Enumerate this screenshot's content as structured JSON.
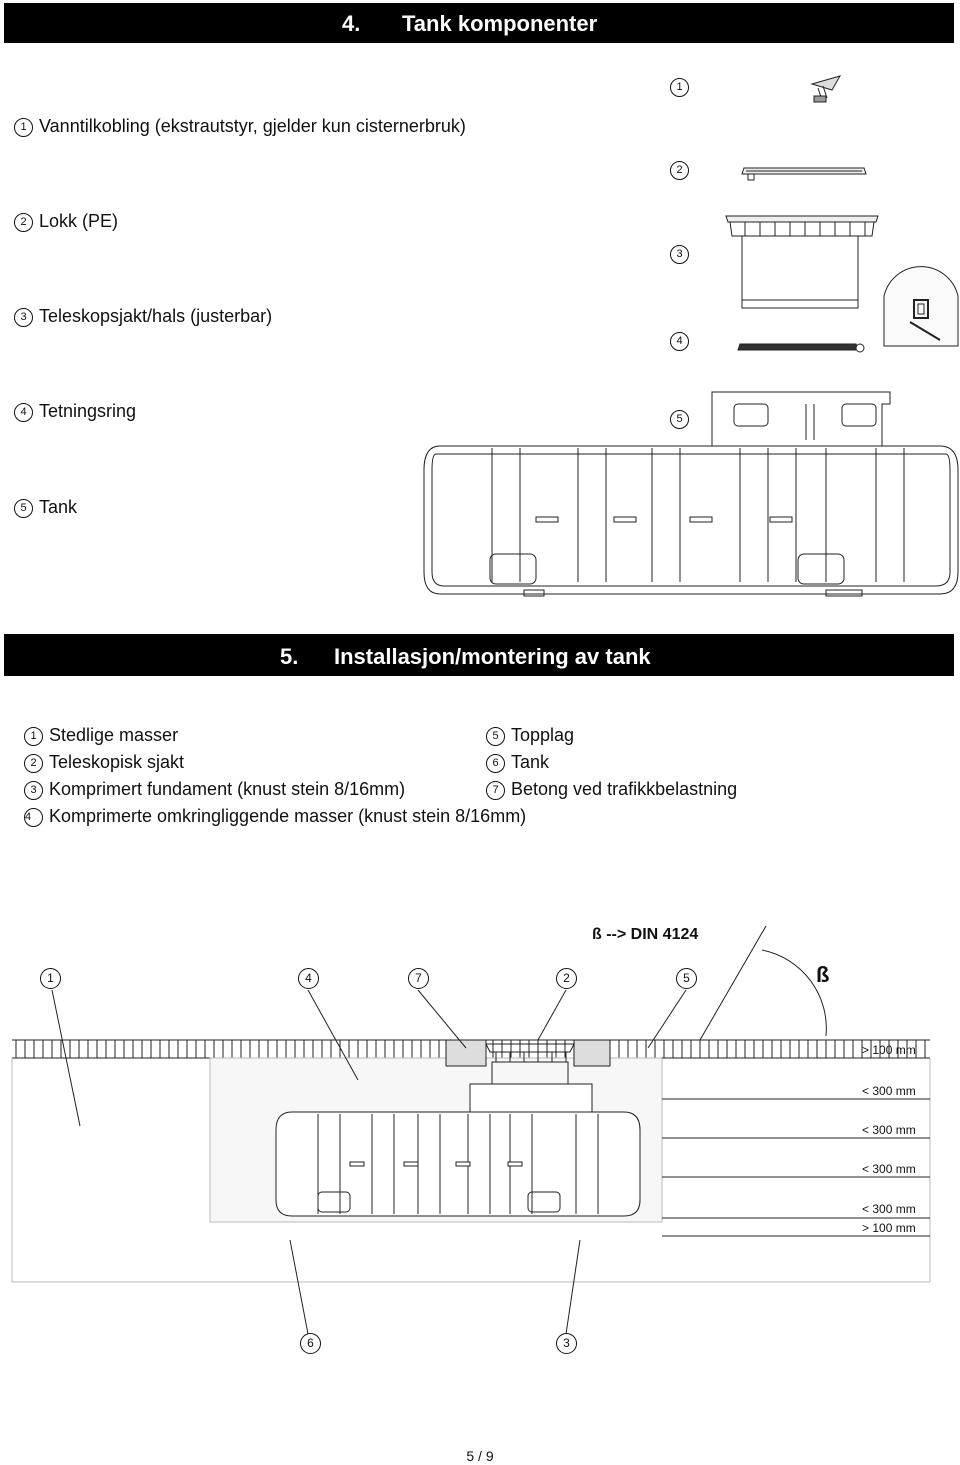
{
  "section4": {
    "number": "4.",
    "title": "Tank komponenter"
  },
  "components": [
    {
      "marker": "1",
      "label": "Vanntilkobling (ekstrautstyr, gjelder kun cisternerbruk)"
    },
    {
      "marker": "2",
      "label": "Lokk  (PE)"
    },
    {
      "marker": "3",
      "label": "Teleskopsjakt/hals (justerbar)"
    },
    {
      "marker": "4",
      "label": "Tetningsring"
    },
    {
      "marker": "5",
      "label": "Tank"
    }
  ],
  "drawing_markers": [
    "1",
    "2",
    "3",
    "4",
    "5"
  ],
  "section5": {
    "number": "5.",
    "title": "Installasjon/montering av tank"
  },
  "installation_left": [
    {
      "marker": "1",
      "label": "Stedlige masser"
    },
    {
      "marker": "2",
      "label": "Teleskopisk sjakt"
    },
    {
      "marker": "3",
      "label": "Komprimert fundament (knust stein 8/16mm)"
    },
    {
      "marker": "4",
      "label": "Komprimerte omkringliggende masser (knust stein 8/16mm)"
    }
  ],
  "installation_right": [
    {
      "marker": "5",
      "label": "Topplag"
    },
    {
      "marker": "6",
      "label": "Tank"
    },
    {
      "marker": "7",
      "label": "Betong ved trafikkbelastning"
    }
  ],
  "section_drawing": {
    "din_note": "ß --> DIN 4124",
    "angle_symbol": "ß",
    "top_markers": [
      "1",
      "4",
      "7",
      "2",
      "5"
    ],
    "bottom_markers": [
      "6",
      "3"
    ],
    "dimensions": [
      "> 100 mm",
      "< 300 mm",
      "< 300 mm",
      "< 300 mm",
      "< 300 mm",
      "> 100 mm"
    ]
  },
  "footer": {
    "page": "5 / 9"
  }
}
